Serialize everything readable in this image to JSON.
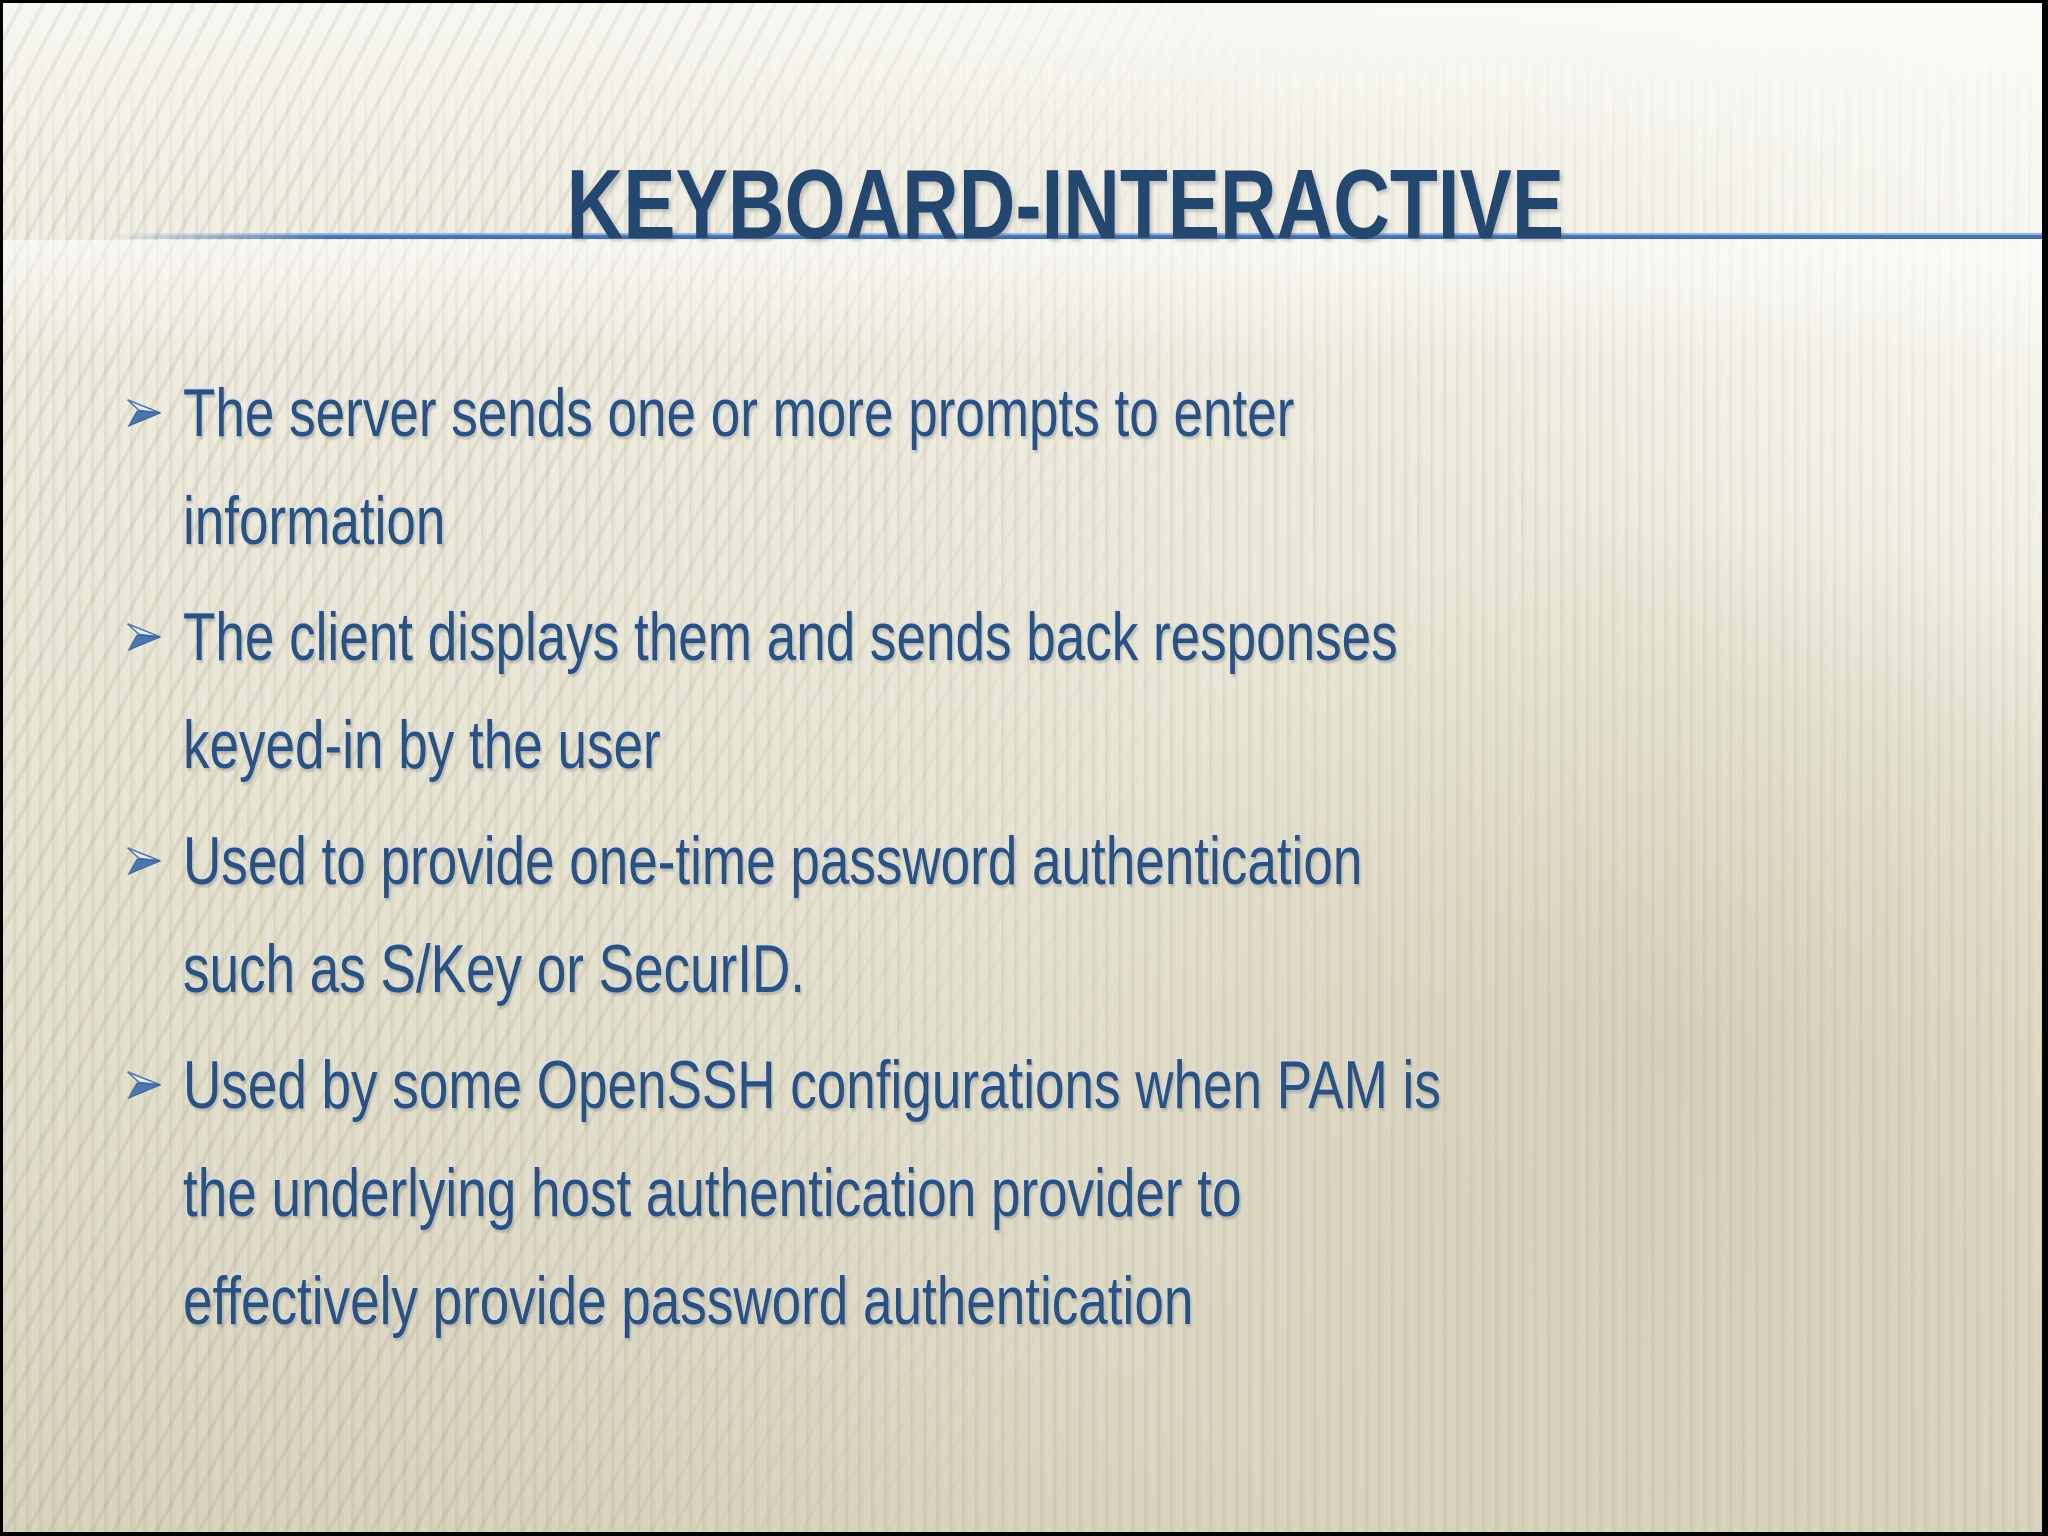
{
  "slide": {
    "title": "KEYBOARD-INTERACTIVE",
    "bullets": [
      {
        "text": "The server sends one or more prompts to enter information",
        "lines": [
          "The server sends one or more prompts to enter",
          "information"
        ]
      },
      {
        "text": "The client displays them and sends back responses keyed-in by the user",
        "lines": [
          "The client displays them and sends back responses",
          "keyed-in by the user"
        ]
      },
      {
        "text": "Used to provide one-time password authentication such as S/Key or SecurID.",
        "lines": [
          "Used to provide one-time password authentication",
          "such as S/Key or SecurID."
        ]
      },
      {
        "text": "Used by some OpenSSH configurations when PAM is the underlying host authentication provider to effectively provide password authentication",
        "lines": [
          "Used by some OpenSSH configurations when PAM is",
          "the underlying host authentication provider to",
          "effectively provide password authentication"
        ]
      }
    ],
    "colors": {
      "title_text": "#24476f",
      "body_text": "#2a5180",
      "accent_line": "#4a7abd",
      "bullet_arrow": "#4b77ac",
      "background_top": "#f8f7f2",
      "background_bottom": "#d8d3bd",
      "frame": "#000000"
    }
  }
}
